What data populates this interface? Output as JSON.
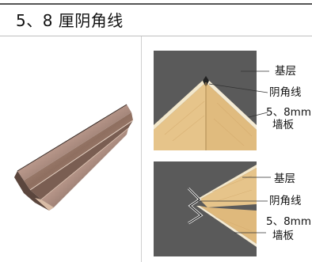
{
  "title": "5、8 厘阴角线",
  "diagram_top": {
    "labels": {
      "base": "基层",
      "profile": "阴角线",
      "thickness": "5、8mm",
      "panel": "墙板"
    }
  },
  "diagram_bottom": {
    "labels": {
      "base": "基层",
      "profile": "阴角线",
      "thickness": "5、8mm",
      "panel": "墙板"
    }
  },
  "colors": {
    "base_dark": "#5a5a5a",
    "panel_wood": "#e6c48a",
    "panel_edge": "#f3e8cc",
    "metal": "#a88670"
  }
}
